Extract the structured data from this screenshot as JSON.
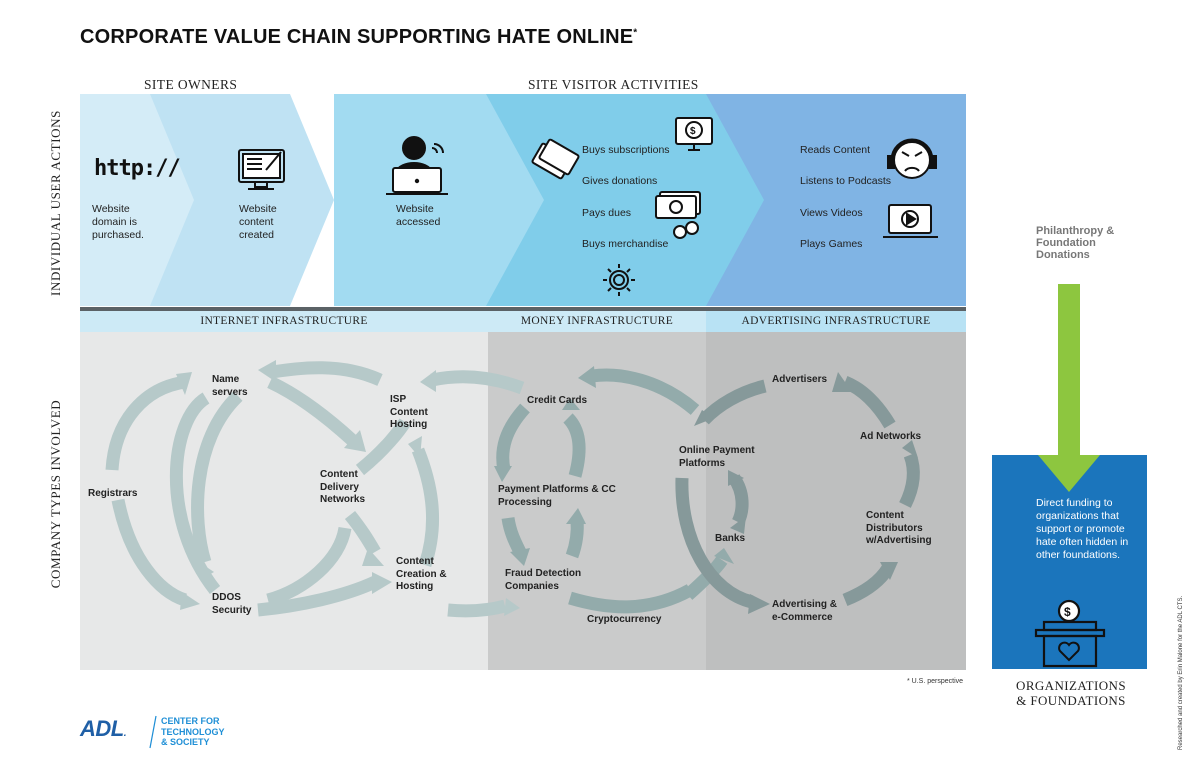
{
  "title": "CORPORATE VALUE CHAIN SUPPORTING HATE ONLINE",
  "title_mark": "*",
  "row_labels": {
    "top": "INDIVIDUAL USER ACTIONS",
    "bottom": "COMPANY TYPES INVOLVED"
  },
  "top_headers": {
    "site_owners": "SITE OWNERS",
    "site_visitor": "SITE VISITOR ACTIVITIES"
  },
  "user_actions": {
    "domain_logo": "http://",
    "domain": "Website domain is purchased.",
    "content_created": "Website content created",
    "accessed": "Website accessed",
    "money_items": [
      "Buys subscriptions",
      "Gives donations",
      "Pays dues",
      "Buys merchandise"
    ],
    "content_items": [
      "Reads Content",
      "Listens to Podcasts",
      "Views Videos",
      "Plays Games"
    ]
  },
  "infra_headers": {
    "internet": "INTERNET INFRASTRUCTURE",
    "money": "MONEY INFRASTRUCTURE",
    "advertising": "ADVERTISING INFRASTRUCTURE"
  },
  "nodes": {
    "name_servers": "Name servers",
    "registrars": "Registrars",
    "ddos": "DDOS Security",
    "cdn": "Content Delivery Networks",
    "isp": "ISP Content Hosting",
    "content_creation": "Content Creation & Hosting",
    "credit_cards": "Credit Cards",
    "payment_platforms": "Payment Platforms & CC Processing",
    "fraud": "Fraud Detection Companies",
    "crypto": "Cryptocurrency",
    "online_payment": "Online Payment Platforms",
    "banks": "Banks",
    "advertisers": "Advertisers",
    "ad_networks": "Ad Networks",
    "content_distributors": "Content Distributors w/Advertising",
    "advertising_ecommerce": "Advertising & e-Commerce"
  },
  "footnote": "* U.S. perspective",
  "philanthropy": "Philanthropy & Foundation Donations",
  "donation_box": "Direct funding to organizations that support or promote hate often hidden in other foundations.",
  "organizations": "ORGANIZATIONS & FOUNDATIONS",
  "credit": "Researched and created by Erin Malone for the ADL CTS.",
  "logo": {
    "adl": "ADL",
    "mark": ".",
    "center": "CENTER FOR TECHNOLOGY & SOCIETY"
  },
  "icons": [
    "computer-content-icon",
    "person-laptop-icon",
    "credit-cards-icon",
    "dollar-monitor-icon",
    "cash-coins-icon",
    "gear-coin-icon",
    "angry-face-headphones-icon",
    "video-laptop-icon",
    "donation-box-icon",
    "heart-icon"
  ],
  "colors": {
    "site_owner_light": "#d4ecf7",
    "site_owner_mid": "#bfe2f3",
    "visitor_1": "#9fd9f0",
    "visitor_2": "#7ecce9",
    "visitor_3": "#7eb2e3",
    "internet_bg": "#e7e8e8",
    "money_bg": "#c9caca",
    "ad_bg": "#bcbdbd",
    "arrow_light": "#b4c6c6",
    "arrow_dark": "#8da3a3",
    "green": "#8dc63f",
    "blue_box": "#1b75bc",
    "logo_blue": "#1f5fa6"
  }
}
